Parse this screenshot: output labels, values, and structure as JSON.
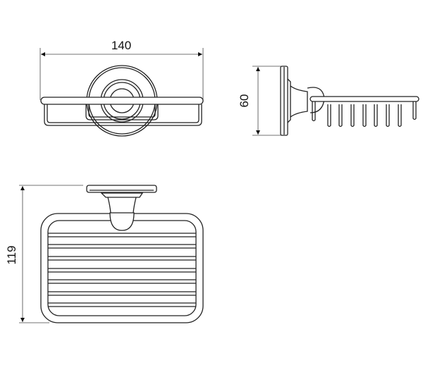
{
  "dimensions": {
    "width": "140",
    "depth": "60",
    "height": "119"
  },
  "colors": {
    "line": "#222222",
    "background": "#ffffff"
  }
}
